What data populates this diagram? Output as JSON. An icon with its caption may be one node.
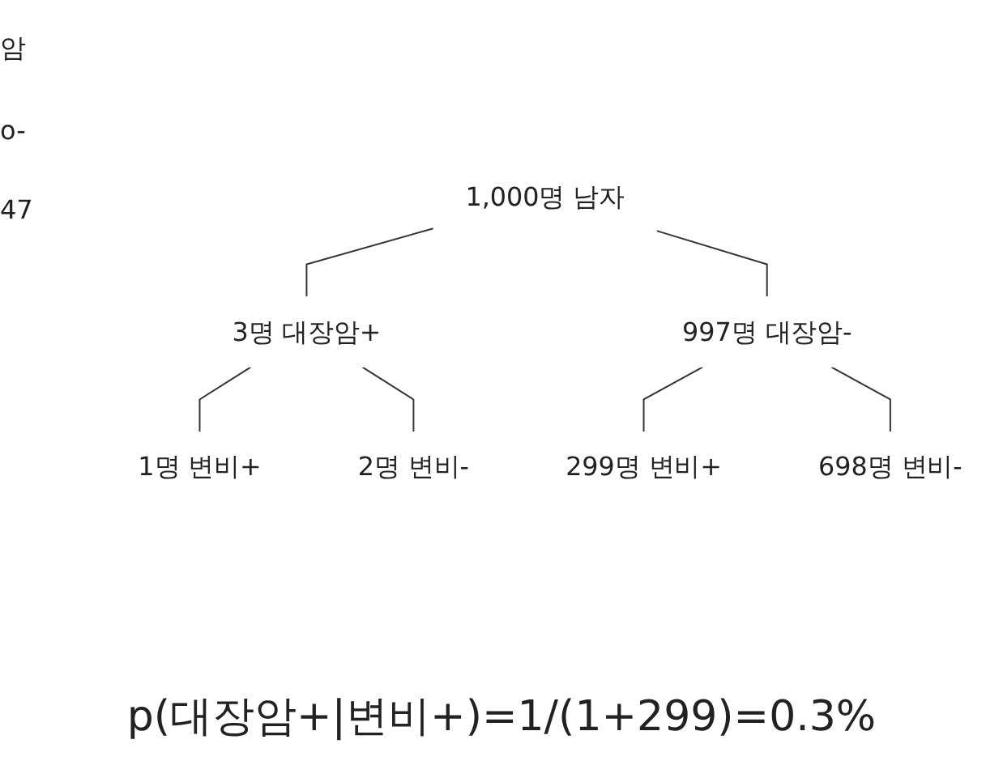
{
  "diagram": {
    "nodes": [
      {
        "text": [
          "1,000명 남자"
        ]
      },
      {
        "text": [
          "3명 대장암+"
        ]
      },
      {
        "text": [
          "997명 대장암-"
        ]
      },
      {
        "text": [
          "1명 변비+"
        ]
      },
      {
        "text": [
          "2명 변비-"
        ]
      },
      {
        "text": [
          "299명 변비+"
        ]
      },
      {
        "text": [
          "698명 변비-"
        ]
      }
    ],
    "edges": [
      {
        "from": 0,
        "to": 1,
        "arrow": "none"
      },
      {
        "from": 0,
        "to": 2,
        "arrow": "none"
      },
      {
        "from": 1,
        "to": 3,
        "arrow": "none"
      },
      {
        "from": 1,
        "to": 4,
        "arrow": "none"
      },
      {
        "from": 2,
        "to": 5,
        "arrow": "none"
      },
      {
        "from": 2,
        "to": 6,
        "arrow": "none"
      }
    ],
    "caption": "p(대장암+|변비+)=1/(1+299)=0.3%",
    "labels": [
      "암",
      "o-",
      "47"
    ]
  }
}
